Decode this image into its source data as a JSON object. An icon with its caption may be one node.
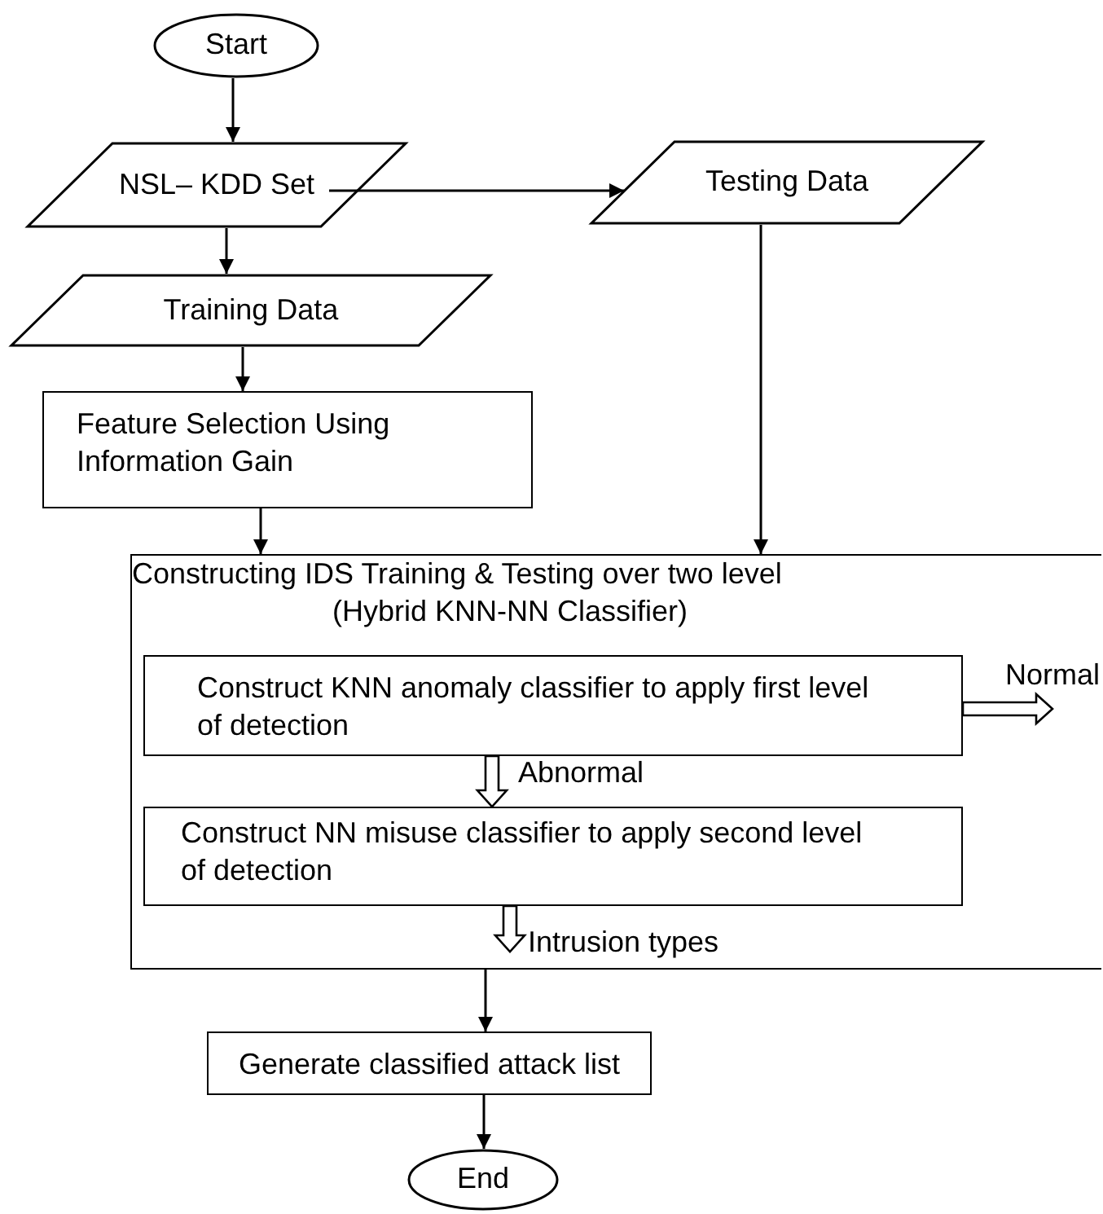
{
  "diagram": {
    "nodes": [
      {
        "text": [
          "Start"
        ]
      },
      {
        "text": [
          "NSL– KDD Set"
        ]
      },
      {
        "text": [
          "Testing Data"
        ]
      },
      {
        "text": [
          "Training Data"
        ]
      },
      {
        "text": [
          "Feature Selection Using Information Gain"
        ]
      },
      {
        "text": [
          "Constructing IDS Training & Testing over two level",
          "(Hybrid KNN-NN Classifier)"
        ]
      },
      {
        "text": [
          "Construct KNN anomaly classifier to apply first level of detection"
        ],
        "in": 5
      },
      {
        "text": [
          "Construct NN misuse classifier to apply second level of detection"
        ],
        "in": 5
      },
      {
        "text": [
          "Generate classified attack list"
        ]
      },
      {
        "text": [
          "End"
        ]
      }
    ],
    "edges": [
      {
        "from": 0,
        "to": 1,
        "arrow": "to"
      },
      {
        "from": 1,
        "to": 2,
        "arrow": "to"
      },
      {
        "from": 1,
        "to": 3,
        "arrow": "to"
      },
      {
        "from": 3,
        "to": 4,
        "arrow": "to"
      },
      {
        "from": 4,
        "to": 5,
        "arrow": "to"
      },
      {
        "from": 2,
        "to": 5,
        "arrow": "to"
      },
      {
        "from": 6,
        "to": null,
        "arrow": "to",
        "label": "Normal",
        "style": "thick"
      },
      {
        "from": 6,
        "to": 7,
        "arrow": "to",
        "label": "Abnormal",
        "style": "thick"
      },
      {
        "from": 7,
        "to": null,
        "arrow": "to",
        "label": "Intrusion types",
        "style": "thick"
      },
      {
        "from": 5,
        "to": 8,
        "arrow": "to"
      },
      {
        "from": 8,
        "to": 9,
        "arrow": "to"
      }
    ]
  }
}
